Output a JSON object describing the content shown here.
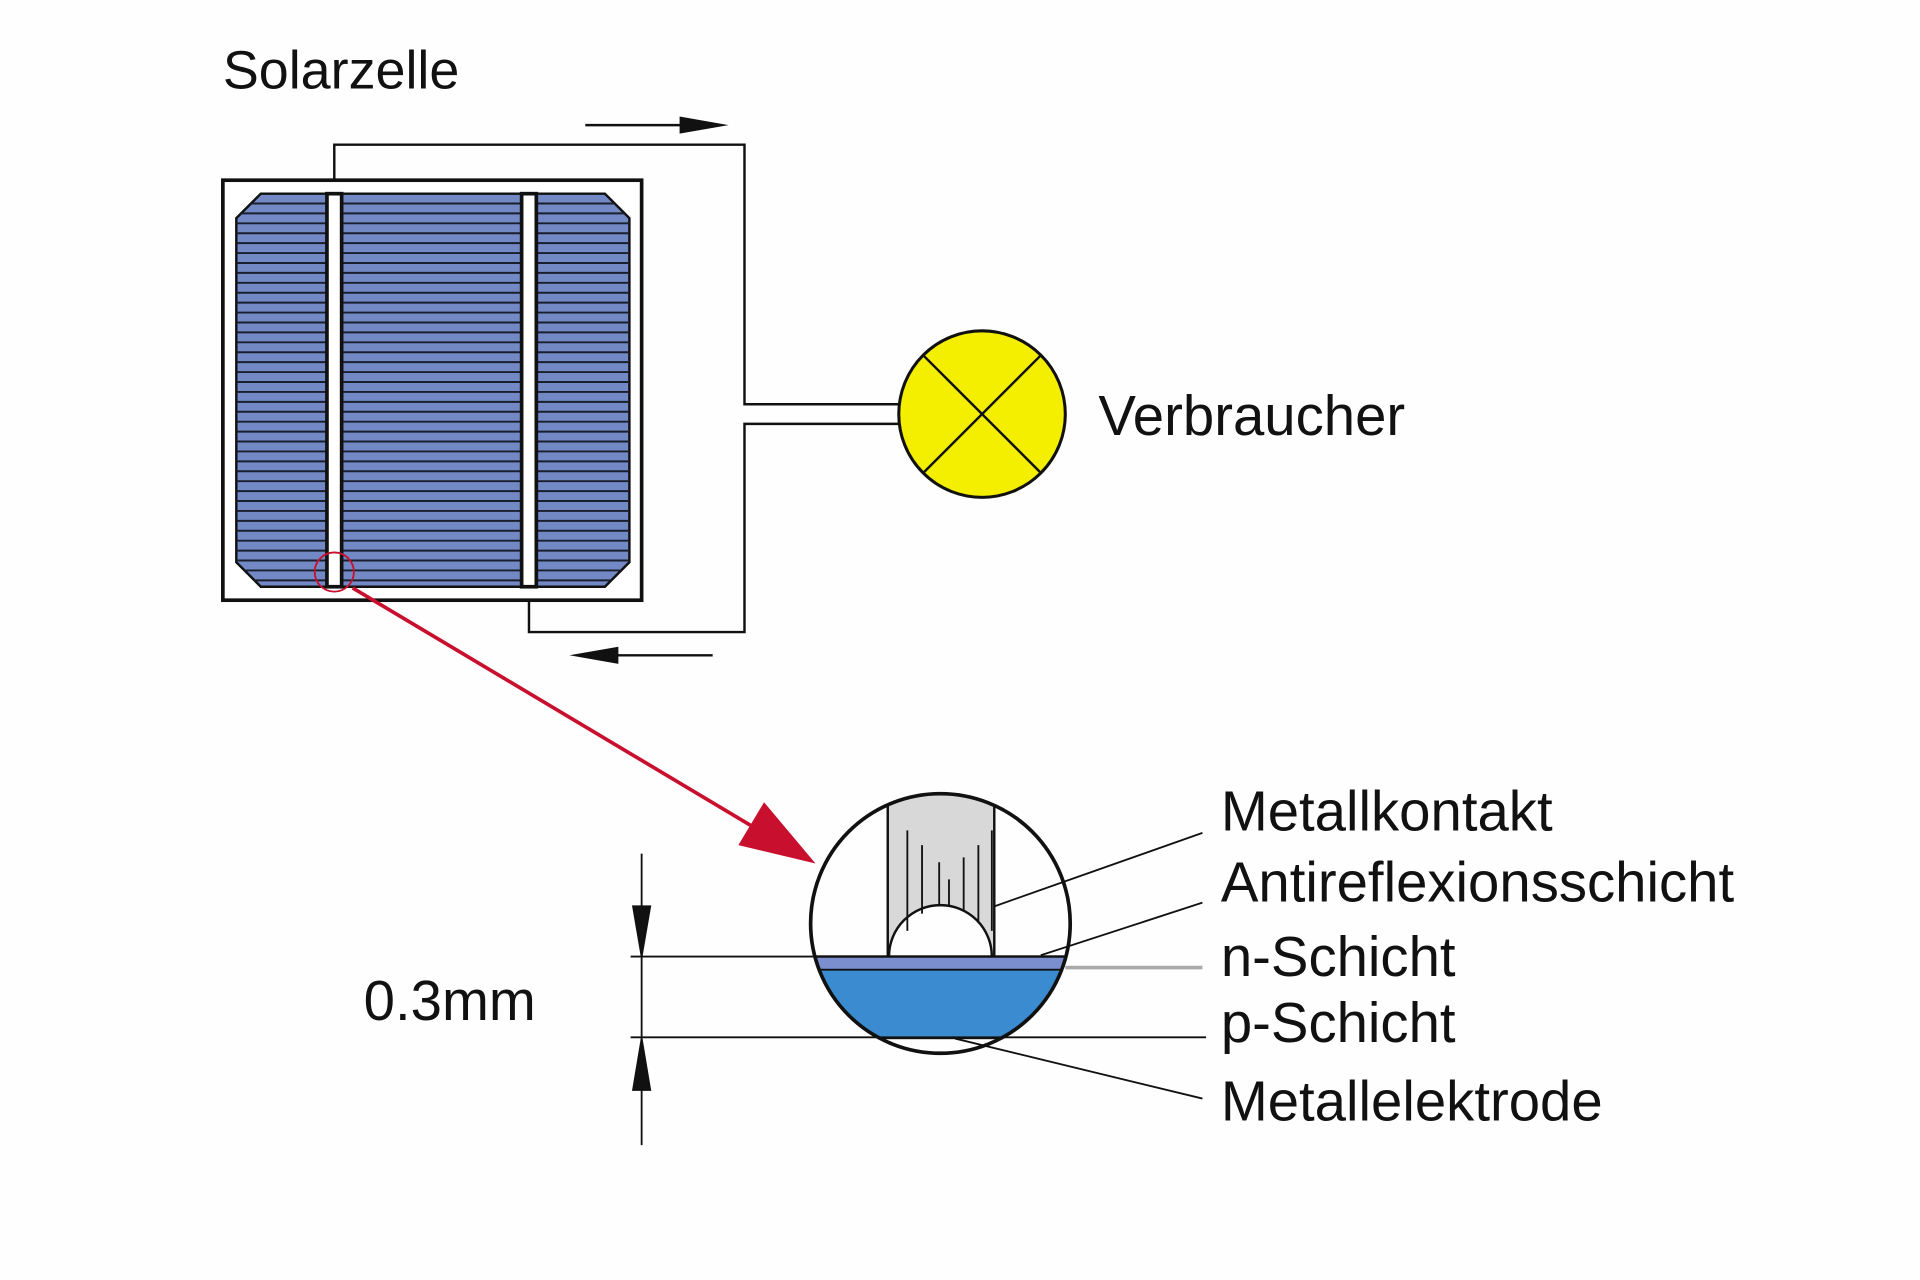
{
  "title": "Solarzelle",
  "load_label": "Verbraucher",
  "thickness_label": "0.3mm",
  "layers": {
    "metal_contact": "Metallkontakt",
    "antireflection": "Antireflexionsschicht",
    "n_layer": "n-Schicht",
    "p_layer": "p-Schicht",
    "metal_electrode": "Metallelektrode"
  },
  "colors": {
    "cell": "#7389c6",
    "lamp": "#f4ef00",
    "highlight": "#c8102e",
    "n_layer": "#7b8fcf",
    "p_layer": "#3a8bd0",
    "contact": "#d8d8d8"
  }
}
